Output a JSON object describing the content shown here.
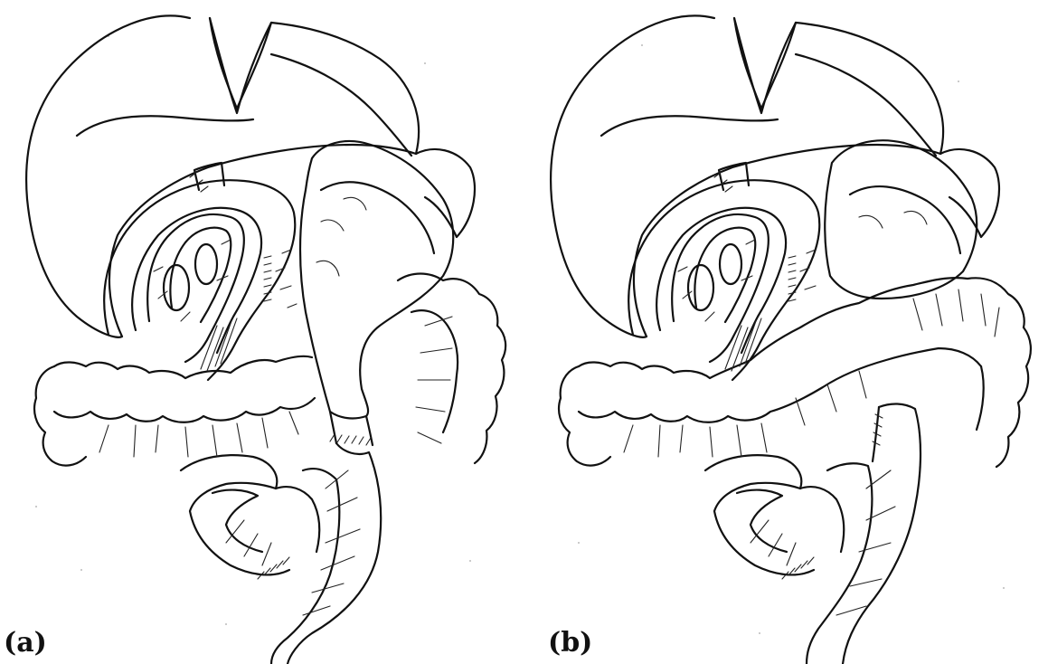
{
  "figure": {
    "panels": [
      {
        "id": "a",
        "label": "(a)"
      },
      {
        "id": "b",
        "label": "(b)"
      }
    ]
  },
  "colors": {
    "line": "#111111",
    "background": "#ffffff"
  }
}
